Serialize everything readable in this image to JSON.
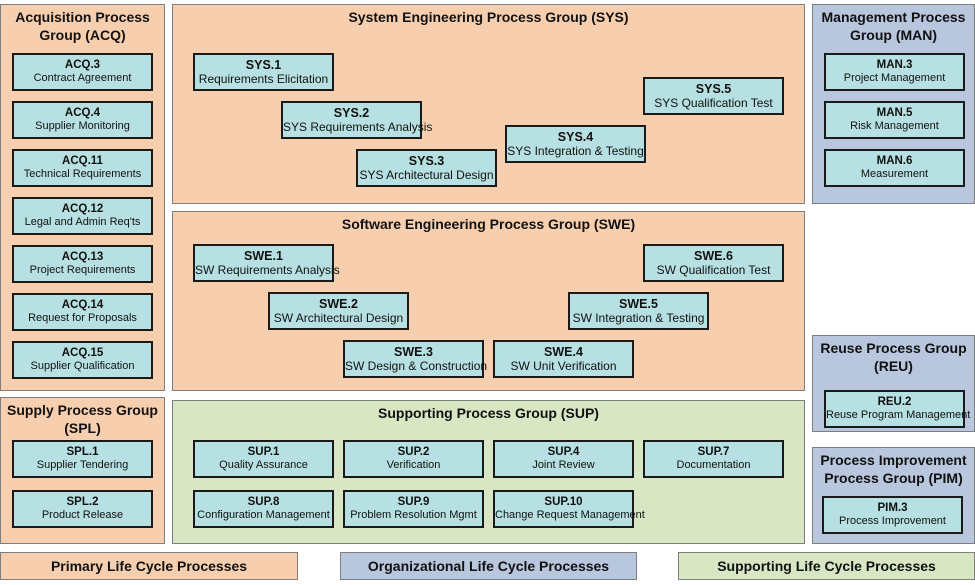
{
  "groups": {
    "acq": {
      "title": "Acquisition Process\nGroup (ACQ)"
    },
    "sys": {
      "title": "System Engineering Process Group (SYS)"
    },
    "man": {
      "title": "Management Process\nGroup (MAN)"
    },
    "swe": {
      "title": "Software Engineering Process Group (SWE)"
    },
    "reu": {
      "title": "Reuse Process Group\n(REU)"
    },
    "spl": {
      "title": "Supply Process Group\n(SPL)"
    },
    "sup": {
      "title": "Supporting Process Group (SUP)"
    },
    "pim": {
      "title": "Process Improvement\nProcess Group (PIM)"
    }
  },
  "processes": {
    "acq3": {
      "id": "ACQ.3",
      "name": "Contract Agreement"
    },
    "acq4": {
      "id": "ACQ.4",
      "name": "Supplier Monitoring"
    },
    "acq11": {
      "id": "ACQ.11",
      "name": "Technical Requirements"
    },
    "acq12": {
      "id": "ACQ.12",
      "name": "Legal and Admin Req'ts"
    },
    "acq13": {
      "id": "ACQ.13",
      "name": "Project Requirements"
    },
    "acq14": {
      "id": "ACQ.14",
      "name": "Request for Proposals"
    },
    "acq15": {
      "id": "ACQ.15",
      "name": "Supplier Qualification"
    },
    "sys1": {
      "id": "SYS.1",
      "name": "Requirements  Elicitation"
    },
    "sys2": {
      "id": "SYS.2",
      "name": "SYS Requirements Analysis"
    },
    "sys3": {
      "id": "SYS.3",
      "name": "SYS Architectural Design"
    },
    "sys4": {
      "id": "SYS.4",
      "name": "SYS Integration & Testing"
    },
    "sys5": {
      "id": "SYS.5",
      "name": "SYS Qualification Test"
    },
    "man3": {
      "id": "MAN.3",
      "name": "Project Management"
    },
    "man5": {
      "id": "MAN.5",
      "name": "Risk Management"
    },
    "man6": {
      "id": "MAN.6",
      "name": "Measurement"
    },
    "swe1": {
      "id": "SWE.1",
      "name": "SW Requirements Analysis"
    },
    "swe2": {
      "id": "SWE.2",
      "name": "SW Architectural Design"
    },
    "swe3": {
      "id": "SWE.3",
      "name": "SW Design & Construction"
    },
    "swe4": {
      "id": "SWE.4",
      "name": "SW Unit Verification"
    },
    "swe5": {
      "id": "SWE.5",
      "name": "SW Integration & Testing"
    },
    "swe6": {
      "id": "SWE.6",
      "name": "SW Qualification Test"
    },
    "reu2": {
      "id": "REU.2",
      "name": "Reuse Program Management"
    },
    "spl1": {
      "id": "SPL.1",
      "name": "Supplier Tendering"
    },
    "spl2": {
      "id": "SPL.2",
      "name": "Product Release"
    },
    "sup1": {
      "id": "SUP.1",
      "name": "Quality Assurance"
    },
    "sup2": {
      "id": "SUP.2",
      "name": "Verification"
    },
    "sup4": {
      "id": "SUP.4",
      "name": "Joint Review"
    },
    "sup7": {
      "id": "SUP.7",
      "name": "Documentation"
    },
    "sup8": {
      "id": "SUP.8",
      "name": "Configuration Management"
    },
    "sup9": {
      "id": "SUP.9",
      "name": "Problem Resolution Mgmt"
    },
    "sup10": {
      "id": "SUP.10",
      "name": "Change Request Management"
    },
    "pim3": {
      "id": "PIM.3",
      "name": "Process Improvement"
    }
  },
  "legend": {
    "primary": "Primary Life Cycle Processes",
    "organizational": "Organizational  Life Cycle Processes",
    "supporting": "Supporting Life Cycle Processes"
  },
  "colors": {
    "primary": "#f8cfae",
    "organizational": "#b8c7de",
    "supporting": "#d8e6c3",
    "process_box": "#b7e0e2"
  }
}
